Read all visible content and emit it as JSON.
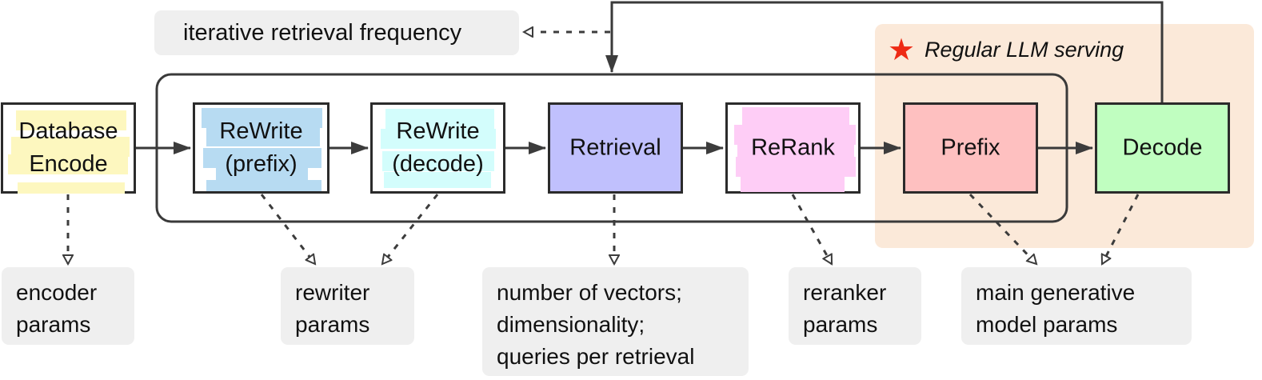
{
  "region": {
    "title": "Regular LLM serving",
    "star_icon": "star-icon",
    "fill": "#fbe9d9",
    "star_color": "#ee2a14"
  },
  "nodes": {
    "database_encode": {
      "line1": "Database",
      "line2": "Encode",
      "highlight": "#fdf7bf"
    },
    "rewrite_prefix": {
      "line1": "ReWrite",
      "line2": "(prefix)",
      "highlight": "#b7dbf2"
    },
    "rewrite_decode": {
      "line1": "ReWrite",
      "line2": "(decode)",
      "highlight": "#d3fdfc"
    },
    "retrieval": {
      "label": "Retrieval",
      "fill": "#c0c0fd"
    },
    "rerank": {
      "label": "ReRank",
      "highlight": "#fecdf6"
    },
    "prefix": {
      "label": "Prefix",
      "fill": "#fec0c0"
    },
    "decode": {
      "label": "Decode",
      "fill": "#c0fec0"
    }
  },
  "notes": {
    "iterative": "iterative retrieval frequency",
    "encoder": {
      "line1": "encoder",
      "line2": "params"
    },
    "rewriter": {
      "line1": "rewriter",
      "line2": "params"
    },
    "retrieval": {
      "line1": "number of vectors;",
      "line2": "dimensionality;",
      "line3": "queries per retrieval"
    },
    "reranker": {
      "line1": "reranker",
      "line2": "params"
    },
    "generative": {
      "line1": "main generative",
      "line2": "model params"
    }
  }
}
